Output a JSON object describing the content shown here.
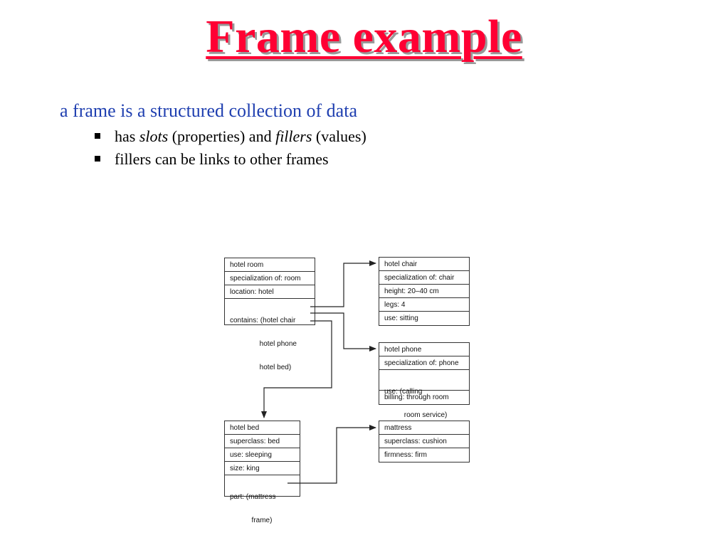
{
  "title": "Frame example",
  "intro": "a frame is a structured collection of data",
  "bullets": {
    "b1": {
      "pre": "has ",
      "slots": "slots",
      "mid": " (properties) and ",
      "fillers": "fillers",
      "post": " (values)"
    },
    "b2": "fillers can be links to other frames"
  },
  "frames": {
    "hotel_room": {
      "name": "hotel room",
      "specialization": "specialization of: room",
      "location": "location: hotel",
      "contains_1": "contains: (hotel chair",
      "contains_2": "               hotel phone",
      "contains_3": "               hotel bed)"
    },
    "hotel_chair": {
      "name": "hotel chair",
      "specialization": "specialization of: chair",
      "height": "height: 20–40 cm",
      "legs": "legs: 4",
      "use": "use: sitting"
    },
    "hotel_phone": {
      "name": "hotel phone",
      "specialization": "specialization of: phone",
      "use_1": "use: (calling",
      "use_2": "          room service)",
      "billing": "billing: through room"
    },
    "hotel_bed": {
      "name": "hotel bed",
      "superclass": "superclass: bed",
      "use": "use: sleeping",
      "size": "size: king",
      "part_1": "part: (mattress",
      "part_2": "           frame)"
    },
    "mattress": {
      "name": "mattress",
      "superclass": "superclass: cushion",
      "firmness": "firmness: firm"
    }
  }
}
